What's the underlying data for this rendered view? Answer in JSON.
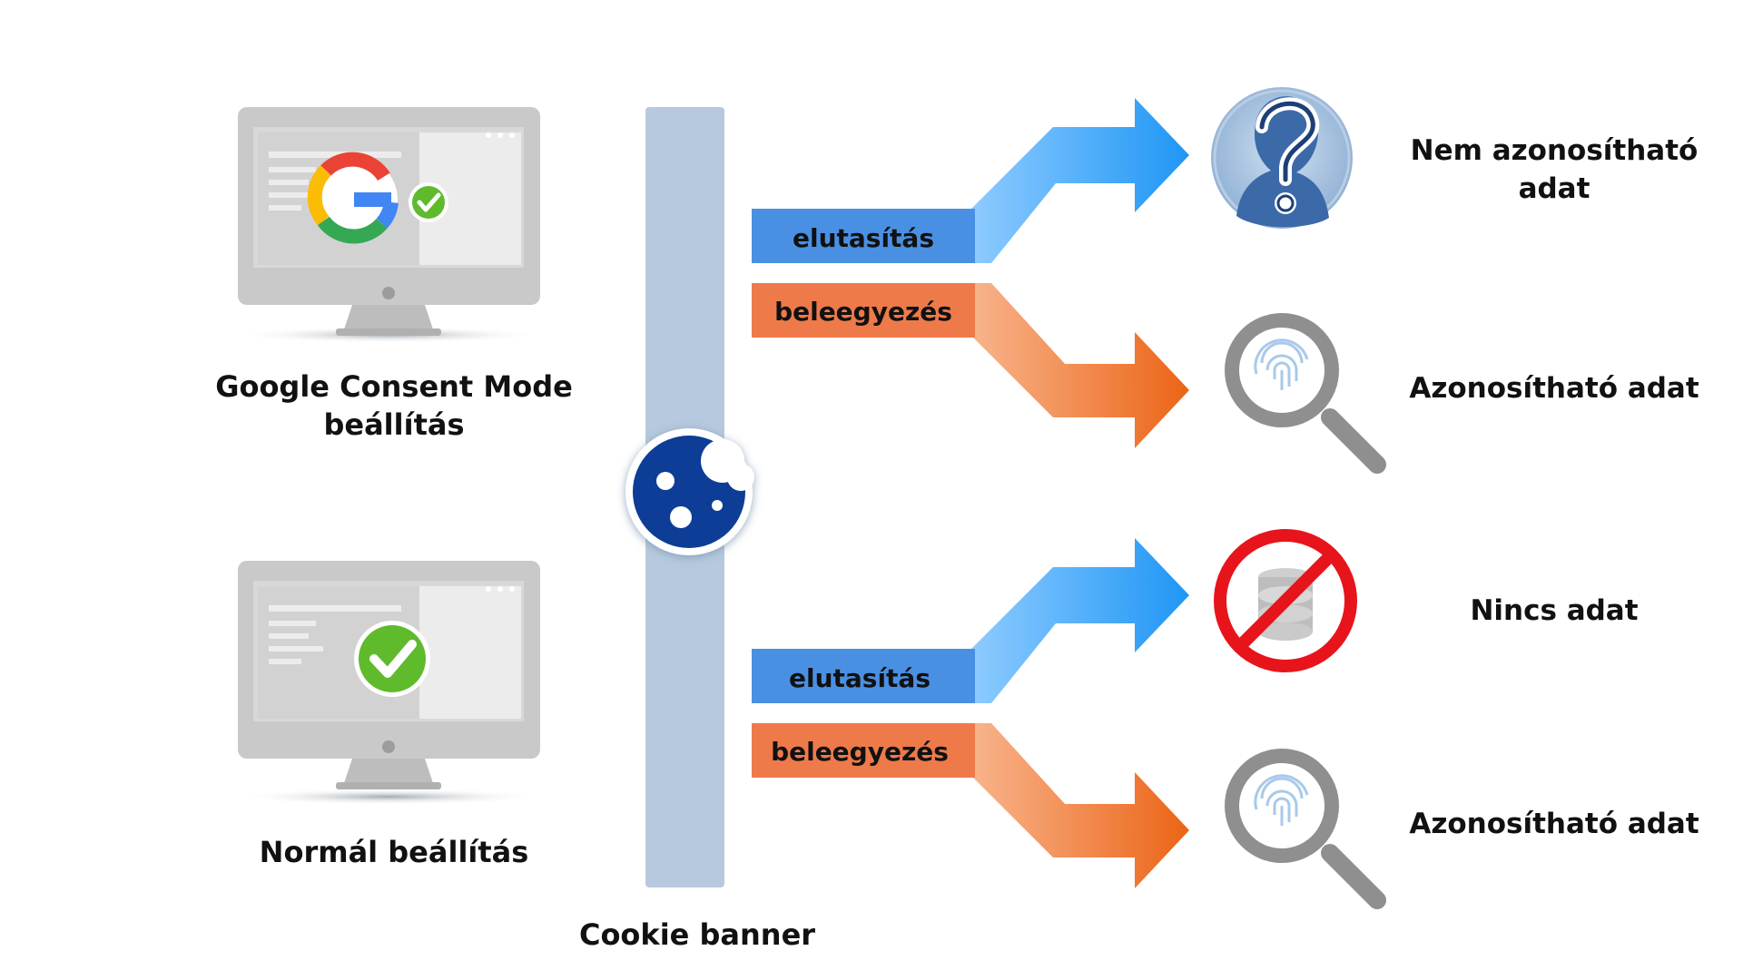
{
  "left": {
    "gcm_label_line1": "Google Consent Mode",
    "gcm_label_line2": "beállítás",
    "normal_label": "Normál beállítás"
  },
  "center": {
    "banner_label": "Cookie banner"
  },
  "choices": {
    "reject": "elutasítás",
    "accept": "beleegyezés"
  },
  "outcomes": {
    "gcm_reject_line1": "Nem azonosítható",
    "gcm_reject_line2": "adat",
    "gcm_accept": "Azonosítható adat",
    "normal_reject": "Nincs adat",
    "normal_accept": "Azonosítható adat"
  },
  "colors": {
    "reject_blue": "#4a90e2",
    "accept_orange": "#ee7a4a",
    "banner_bar": "#b6c9de",
    "cookie_navy": "#0f3e96",
    "no_data_red": "#e8141c",
    "google_check": "#5fba2c"
  },
  "icons": {
    "gcm_monitor": "monitor-icon",
    "google_logo": "google-logo-icon",
    "check": "check-icon",
    "cookie": "cookie-icon",
    "anonymous": "anonymous-user-icon",
    "fingerprint_search": "fingerprint-magnifier-icon",
    "no_data": "no-database-icon"
  }
}
